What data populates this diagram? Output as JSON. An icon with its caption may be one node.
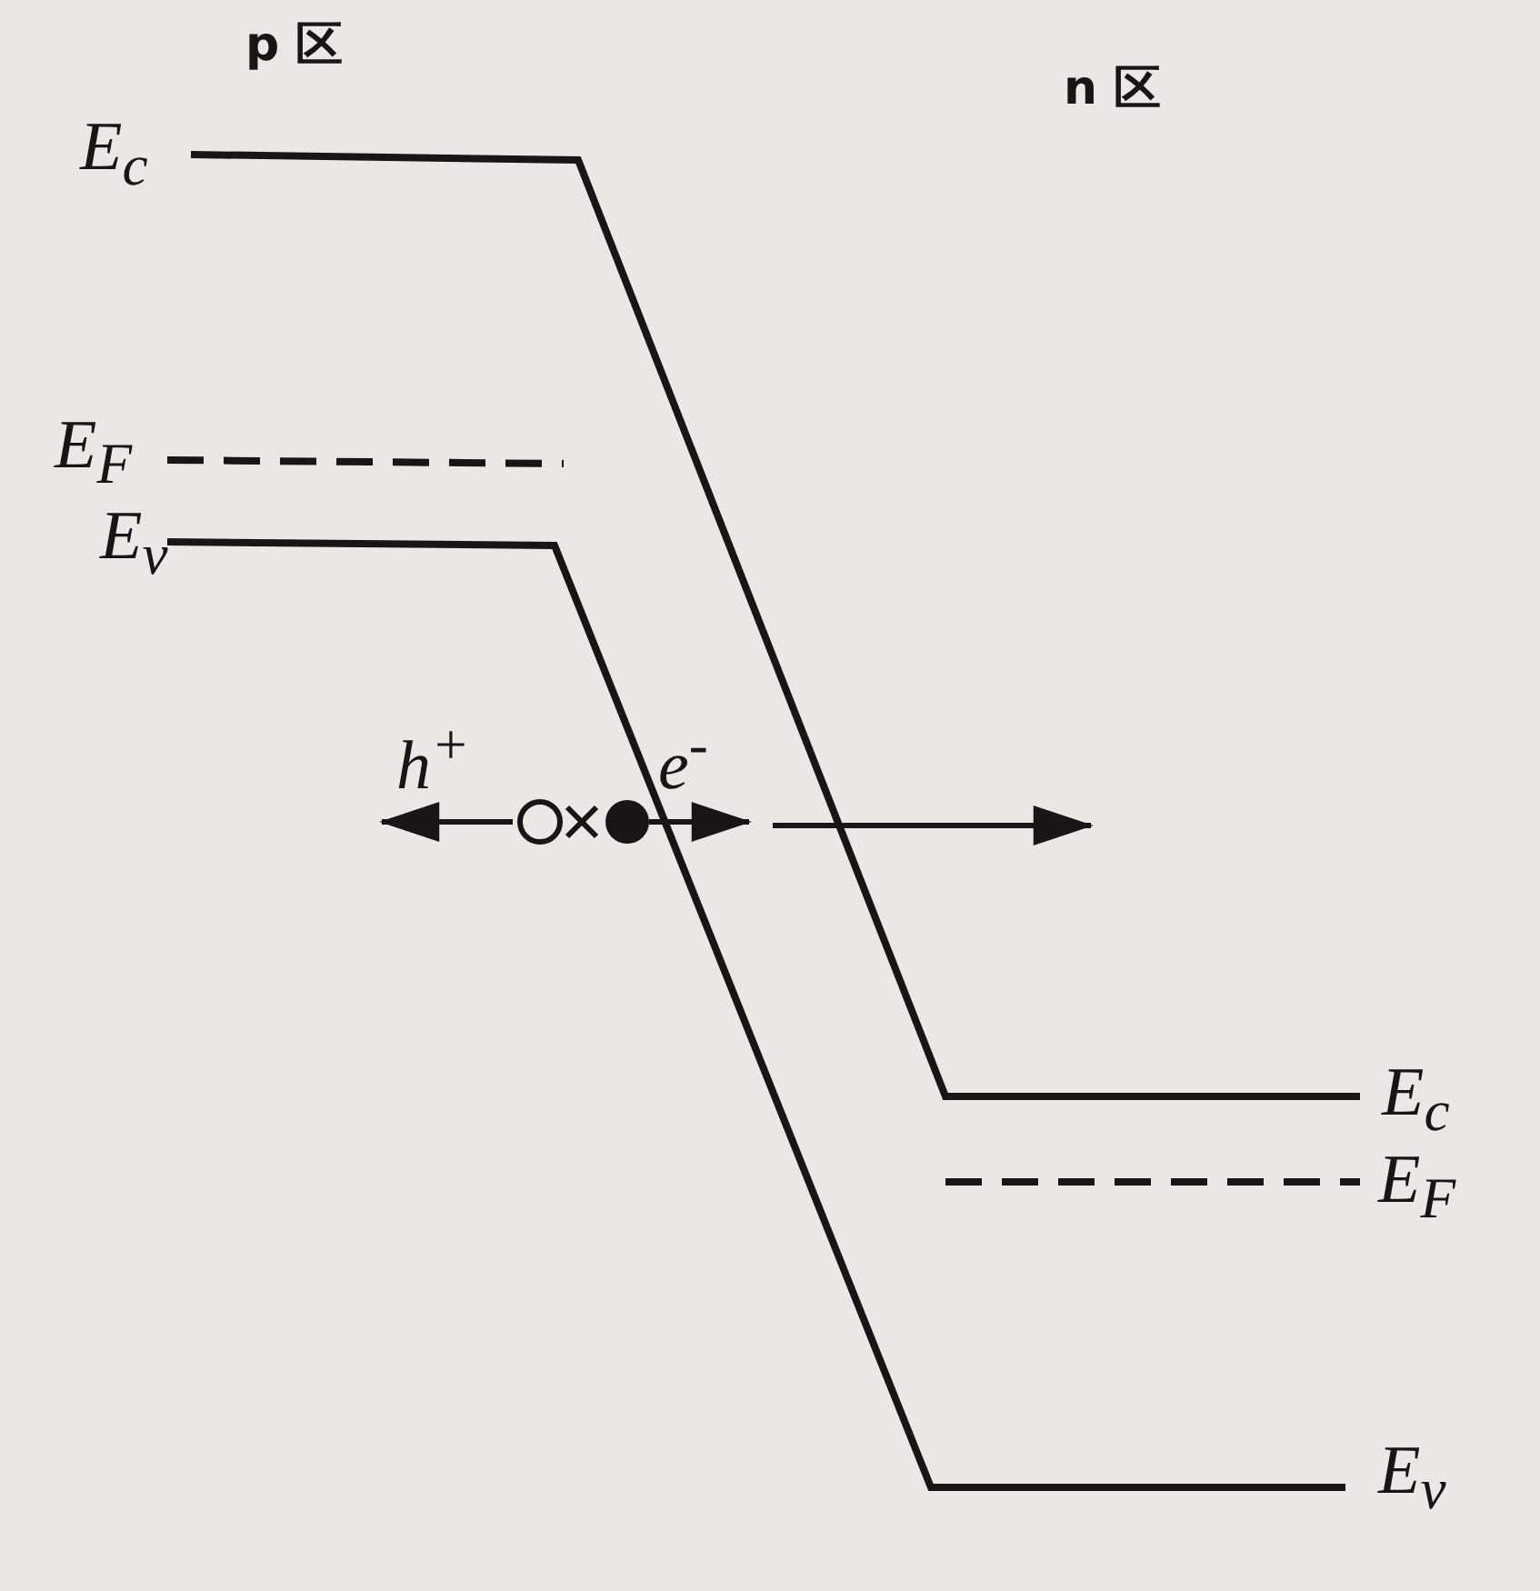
{
  "diagram": {
    "labels": [
      "p 区",
      "n 区",
      "E$_{c}$",
      "E$_{F}$",
      "E$_{v}$",
      "h$^{+}$",
      "e$^{-}$",
      "E$_{c}$",
      "E$_{F}$",
      "E$_{v}$"
    ]
  }
}
